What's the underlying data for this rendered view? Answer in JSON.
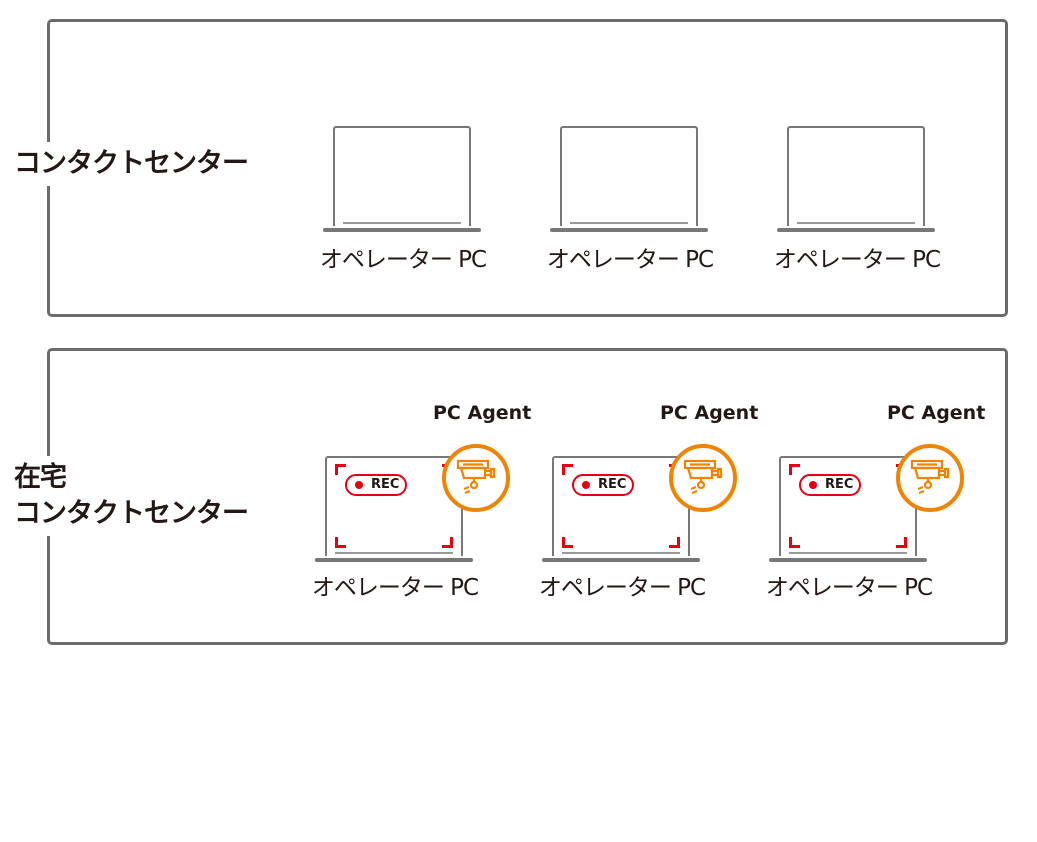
{
  "sections": [
    {
      "title": "コンタクトセンター",
      "pcs": [
        "オペレーター PC",
        "オペレーター PC",
        "オペレーター PC"
      ]
    },
    {
      "title_line1": "在宅",
      "title_line2": "コンタクトセンター",
      "pcs": [
        "オペレーター PC",
        "オペレーター PC",
        "オペレーター PC"
      ],
      "agent_label": "PC Agent",
      "rec_label": "REC",
      "icon": "security-camera-icon"
    }
  ],
  "colors": {
    "border": "#6b6b6b",
    "rec": "#e60012",
    "agent": "#f08300"
  }
}
